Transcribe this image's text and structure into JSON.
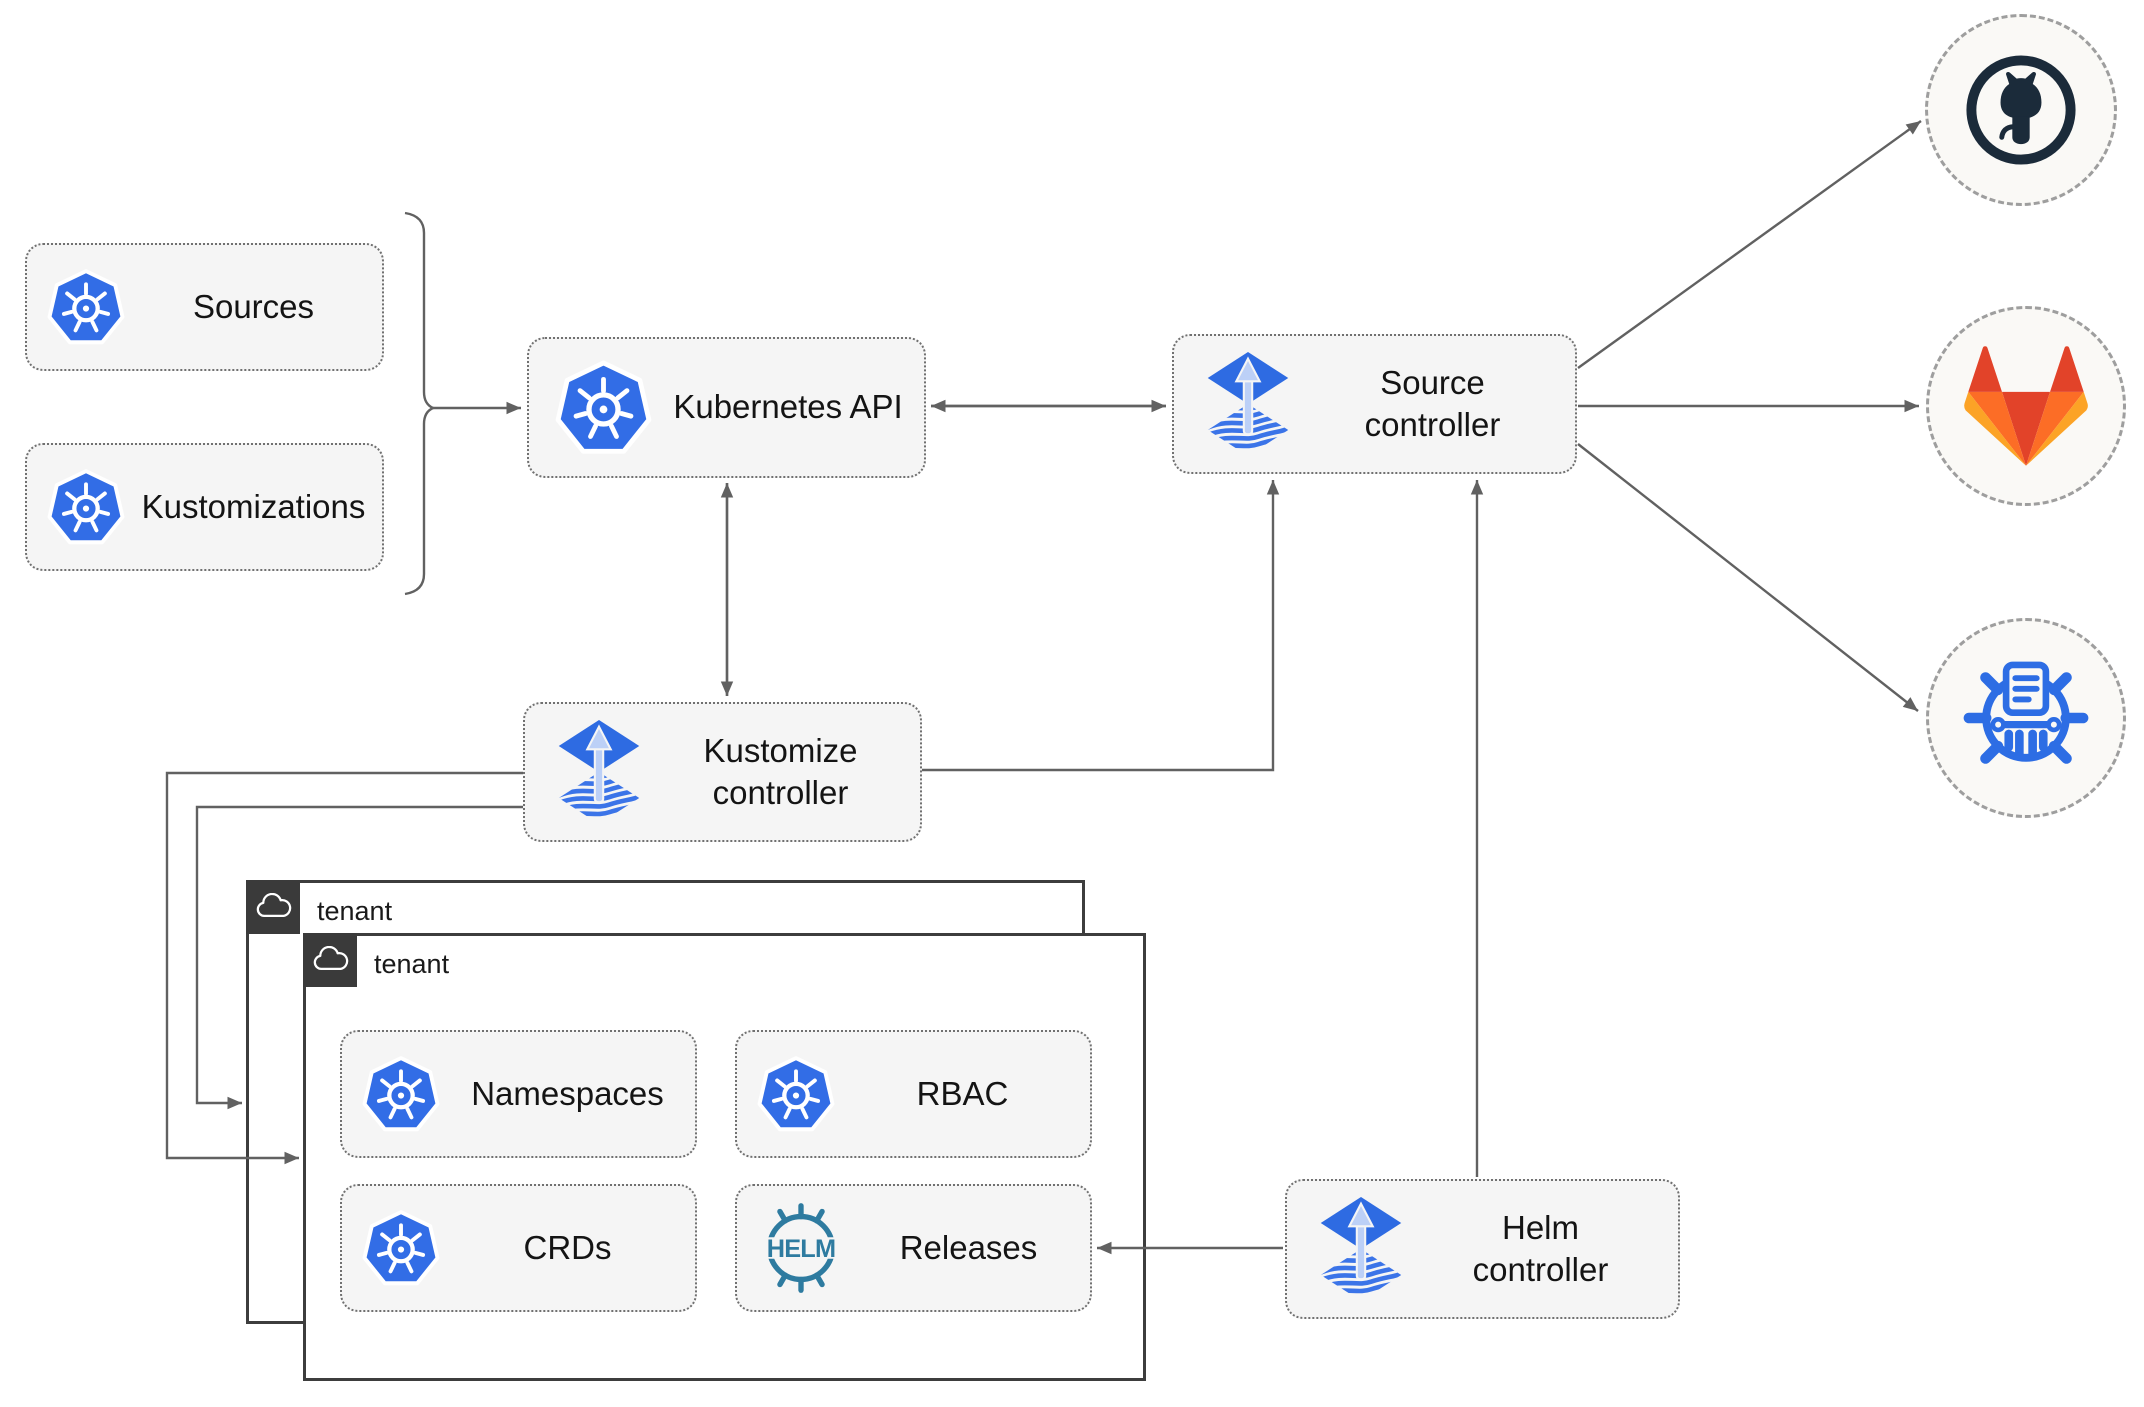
{
  "nodes": {
    "sources": {
      "label": "Sources"
    },
    "kustomizations": {
      "label": "Kustomizations"
    },
    "kubernetes_api": {
      "label": "Kubernetes API"
    },
    "source_controller": {
      "label": "Source controller"
    },
    "kustomize_controller": {
      "label": "Kustomize controller"
    },
    "helm_controller": {
      "label": "Helm controller"
    },
    "namespaces": {
      "label": "Namespaces"
    },
    "rbac": {
      "label": "RBAC"
    },
    "crds": {
      "label": "CRDs"
    },
    "releases": {
      "label": "Releases"
    }
  },
  "tenants": {
    "outer": {
      "label": "tenant"
    },
    "inner": {
      "label": "tenant"
    }
  },
  "helm_logo": {
    "text": "HELM"
  },
  "external_targets": [
    {
      "name": "github-repository",
      "icon": "github-icon"
    },
    {
      "name": "gitlab-repository",
      "icon": "gitlab-icon"
    },
    {
      "name": "helm-chart-repository",
      "icon": "chartmuseum-icon"
    }
  ],
  "edges": [
    {
      "from": "sources/kustomizations",
      "to": "kubernetes_api",
      "type": "arrow"
    },
    {
      "from": "kubernetes_api",
      "to": "source_controller",
      "type": "double-arrow"
    },
    {
      "from": "kubernetes_api",
      "to": "kustomize_controller",
      "type": "double-arrow"
    },
    {
      "from": "kustomize_controller",
      "to": "source_controller",
      "type": "arrow"
    },
    {
      "from": "helm_controller",
      "to": "source_controller",
      "type": "arrow"
    },
    {
      "from": "source_controller",
      "to": "github-repository",
      "type": "arrow"
    },
    {
      "from": "source_controller",
      "to": "gitlab-repository",
      "type": "arrow"
    },
    {
      "from": "source_controller",
      "to": "helm-chart-repository",
      "type": "arrow"
    },
    {
      "from": "kustomize_controller",
      "to": "tenant-inner",
      "type": "arrow"
    },
    {
      "from": "kustomize_controller",
      "to": "tenant-outer",
      "type": "arrow"
    },
    {
      "from": "helm_controller",
      "to": "releases",
      "type": "arrow"
    }
  ],
  "colors": {
    "kubernetes_blue": "#326de6",
    "flux_blue": "#2e6be2",
    "flux_arrow_light": "#bcd0f7",
    "helm_teal": "#2e7ba0",
    "github_dark": "#1b2b3a",
    "gitlab_red": "#e24329",
    "gitlab_orange": "#fc6d26",
    "gitlab_yellow": "#fca326",
    "chartmuseum_blue": "#2d6de4",
    "edge_gray": "#616161",
    "node_fill": "#f5f5f5",
    "tenant_border": "#3d3d3d"
  }
}
